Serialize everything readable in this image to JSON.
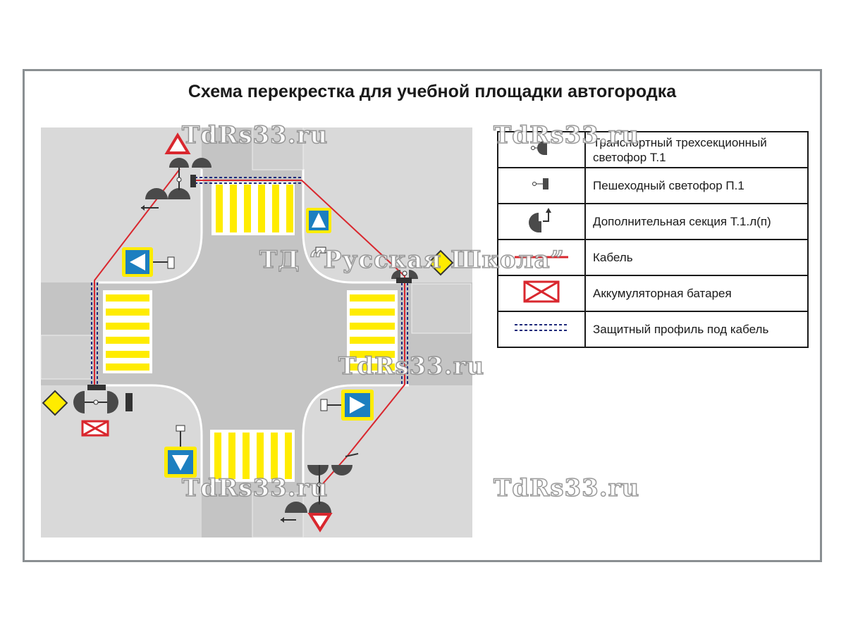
{
  "title": "Схема перекрестка для учебной площадки автогородка",
  "legend": [
    {
      "symbol": "traffic-light-icon",
      "label": "Транспортный  трехсекционный светофор Т.1"
    },
    {
      "symbol": "pedestrian-light-icon",
      "label": "Пешеходный светофор П.1"
    },
    {
      "symbol": "extra-section-icon",
      "label": "Дополнительная секция Т.1.л(п)"
    },
    {
      "symbol": "cable-icon",
      "label": "Кабель"
    },
    {
      "symbol": "battery-icon",
      "label": "Аккумуляторная батарея"
    },
    {
      "symbol": "cable-profile-icon",
      "label": "Защитный профиль под кабель"
    }
  ],
  "watermarks": {
    "site": "TdRs33.ru",
    "company": "ТД “Русская Школа”"
  },
  "colors": {
    "road": "#c8c8c8",
    "sidewalk": "#d8d8d8",
    "crossing_stripe": "#ffec00",
    "cable": "#d9272e",
    "profile": "#1f2a7a",
    "battery": "#d9272e",
    "sign_blue": "#1c7fc0"
  }
}
